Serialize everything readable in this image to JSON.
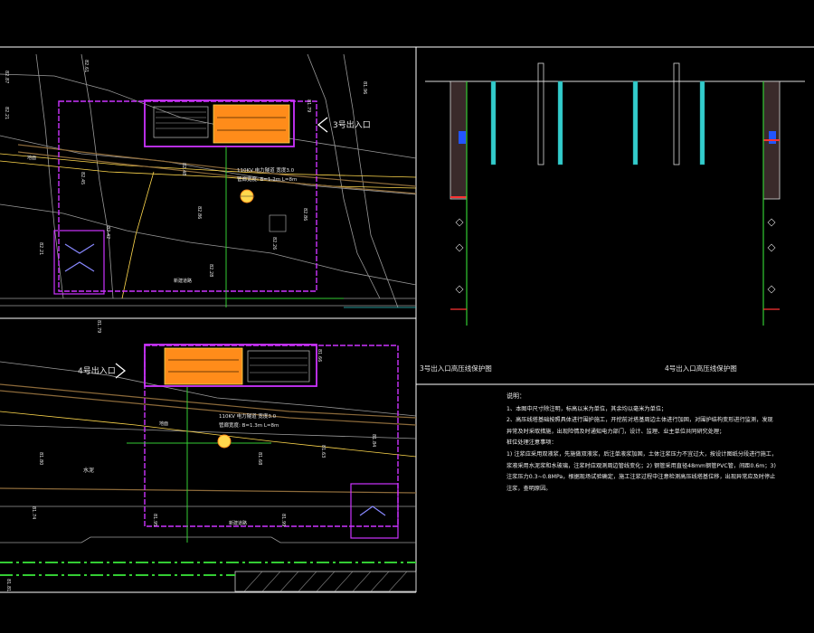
{
  "colors": {
    "background": "#000000",
    "frame": "#ffffff",
    "magenta": "#cc33ff",
    "orange": "#ff8c1a",
    "green": "#33cc33",
    "cyan": "#33cccc",
    "yellow": "#ffd84d",
    "gray": "#9a9a9a",
    "brown": "#8c6a3a",
    "red": "#ff3333",
    "blue": "#2255ff"
  },
  "plan_top": {
    "entrance_label": "3号出入口",
    "pipe_label_1": "110KV  电力隧道  宽度3.0",
    "pipe_label_2": "管廊宽度: B=1.2m   L=8m",
    "small_labels": [
      "地面",
      "新建道路"
    ],
    "elevations": [
      "82.87",
      "82.45",
      "82.61",
      "82.21",
      "82.48",
      "82.86",
      "82.28",
      "82.21",
      "82.26",
      "81.96",
      "81.79",
      "82.42",
      "82.86"
    ]
  },
  "plan_bottom": {
    "entrance_label": "4号出入口",
    "pipe_label_1": "110KV  电力隧道  宽度3.0",
    "pipe_label_2": "管廊宽度: B=1.3m   L=8m",
    "small_labels": [
      "地面",
      "新建道路",
      "水泥"
    ],
    "elevations": [
      "81.79",
      "81.84",
      "81.63",
      "81.68",
      "81.80",
      "81.74",
      "81.95",
      "81.99",
      "81.66",
      "81.81"
    ]
  },
  "section_captions": [
    "3号出入口高压线保护图",
    "4号出入口高压线保护图"
  ],
  "notes": {
    "title": "说明：",
    "lines": [
      "1、本图中尺寸除注明，标高以米为单位，其余均以毫米为单位；",
      "2、高压线塔基础按照具体进行围护施工，开挖前对塔基周边土体进行加固，对围护结构变形进行监测，发现异常及时采取措施，出现险情及时通知电力部门，设计、监理、业主单位共同研究处理；",
      "桩位处理注意事项：",
      "1) 注浆应采用双液浆，先施做双液浆，后注单液浆加固，土体注浆压力不宜过大，按设计图纸分段进行施工，浆液采用水泥浆和水玻璃，注浆时应观测周边管线变化；2) 钢管采用直径48mm钢管PVC管，间距0.6m；3) 注浆压力0.3~0.8MPa，根据现场试验确定，施工注浆过程中注意检测高压线塔基位移，出现异常应及时停止注浆，查明原因。"
    ]
  }
}
